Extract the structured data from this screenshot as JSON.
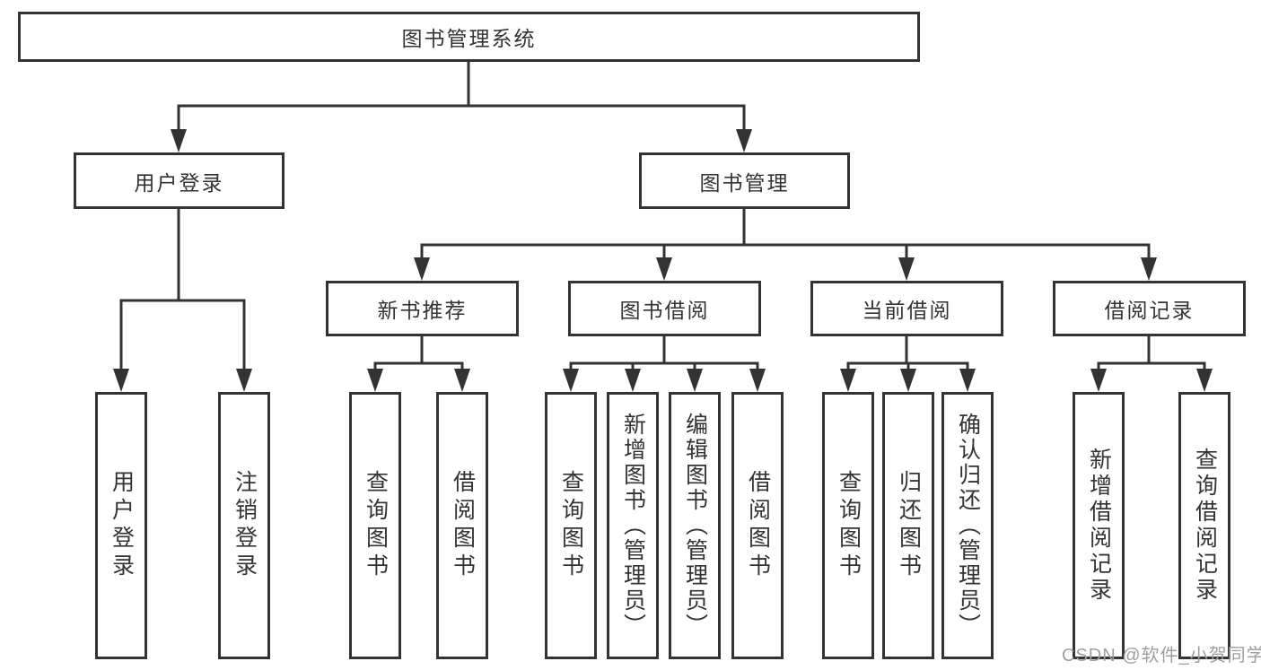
{
  "root_label": "图书管理系统",
  "level2": [
    {
      "label": "用户登录"
    },
    {
      "label": "图书管理"
    }
  ],
  "level3": [
    {
      "label": "新书推荐"
    },
    {
      "label": "图书借阅"
    },
    {
      "label": "当前借阅"
    },
    {
      "label": "借阅记录"
    }
  ],
  "leaves": {
    "login": [
      "用户登录",
      "注销登录"
    ],
    "recommend": [
      "查询图书",
      "借阅图书"
    ],
    "borrow": [
      "查询图书",
      "新增图书（管理员）",
      "编辑图书（管理员）",
      "借阅图书"
    ],
    "current": [
      "查询图书",
      "归还图书",
      "确认归还（管理员）"
    ],
    "records": [
      "新增借阅记录",
      "查询借阅记录"
    ]
  },
  "watermark": "CSDN @软件_小贺同学",
  "colors": {
    "line": "#333333",
    "text": "#333333",
    "watermark": "#9e9e9e",
    "background": "#ffffff"
  }
}
